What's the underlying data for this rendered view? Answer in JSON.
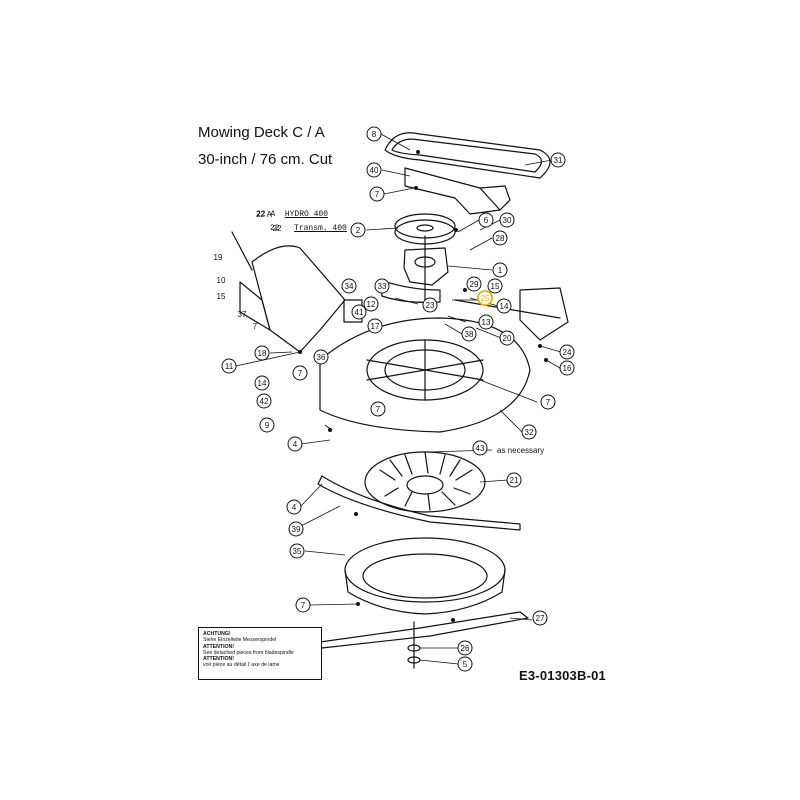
{
  "title": {
    "line1": "Mowing Deck  C / A",
    "line2": "30-inch / 76 cm. Cut"
  },
  "model_labels": {
    "hydro_ref": "22 A",
    "hydro_name": "HYDRO 400",
    "transm_ref": "22",
    "transm_name": "Transm. 400"
  },
  "note": {
    "lines": [
      "ACHTUNG!",
      "Siehe Einzelteile Messerspindel",
      "ATTENTION!",
      "See detached pieces from bladespindle",
      "ATTENTION!",
      "voir pièce au détail l' axe de lame"
    ]
  },
  "annotation_as_necessary": "as necessary",
  "diagram_code": "E3-01303B-01",
  "callouts": [
    "8",
    "31",
    "40",
    "7",
    "6",
    "30",
    "2",
    "28",
    "22 A",
    "22",
    "1",
    "19",
    "10",
    "29",
    "15",
    "15",
    "25",
    "14",
    "34",
    "33",
    "23",
    "37",
    "7",
    "12",
    "41",
    "17",
    "13",
    "38",
    "20",
    "24",
    "18",
    "36",
    "11",
    "7",
    "16",
    "14",
    "7",
    "7",
    "42",
    "9",
    "32",
    "4",
    "43",
    "21",
    "4",
    "39",
    "35",
    "7",
    "27",
    "26",
    "5"
  ],
  "colors": {
    "ink": "#111111",
    "highlight": "#e8b400",
    "paper": "#ffffff"
  }
}
